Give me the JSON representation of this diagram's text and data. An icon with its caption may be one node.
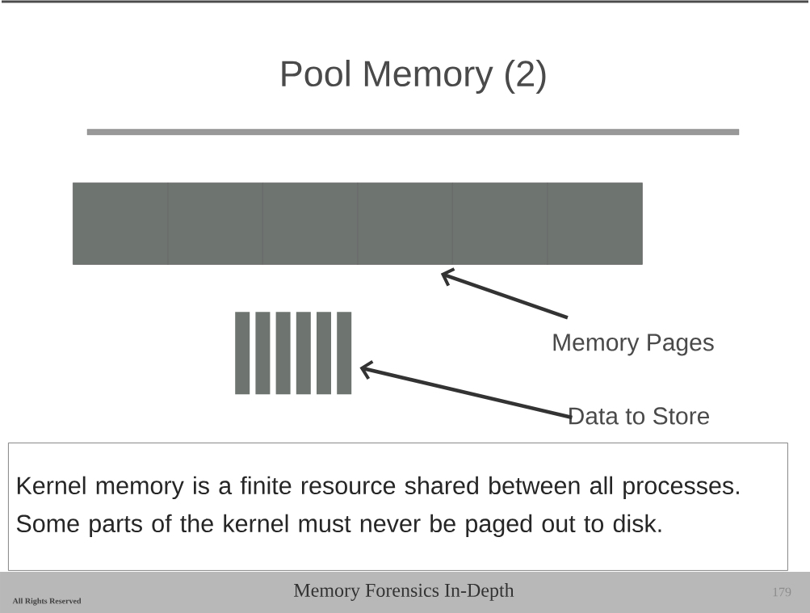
{
  "diagram": {
    "title": "Pool Memory (2)",
    "nodes": [
      {
        "text": [],
        "shape": "box"
      },
      {
        "text": [],
        "shape": "box"
      },
      {
        "text": [],
        "shape": "box"
      },
      {
        "text": [],
        "shape": "box"
      },
      {
        "text": [],
        "shape": "box"
      },
      {
        "text": [],
        "shape": "box"
      },
      {
        "text": [],
        "shape": "bar"
      },
      {
        "text": [],
        "shape": "bar"
      },
      {
        "text": [],
        "shape": "bar"
      },
      {
        "text": [],
        "shape": "bar"
      },
      {
        "text": [],
        "shape": "bar"
      },
      {
        "text": [],
        "shape": "bar"
      },
      {
        "text": [
          "Memory Pages"
        ]
      },
      {
        "text": [
          "Data to Store"
        ]
      },
      {
        "text": [
          "Kernel memory is a finite resource shared between all processes. Some parts of the kernel must never be paged out to disk."
        ]
      }
    ],
    "edges": [
      {
        "from": 12,
        "to": 3,
        "arrow": "to"
      },
      {
        "from": 13,
        "to": 11,
        "arrow": "to"
      }
    ],
    "labels": [
      "All Rights Reserved",
      "Memory Forensics In-Depth",
      "179"
    ]
  }
}
